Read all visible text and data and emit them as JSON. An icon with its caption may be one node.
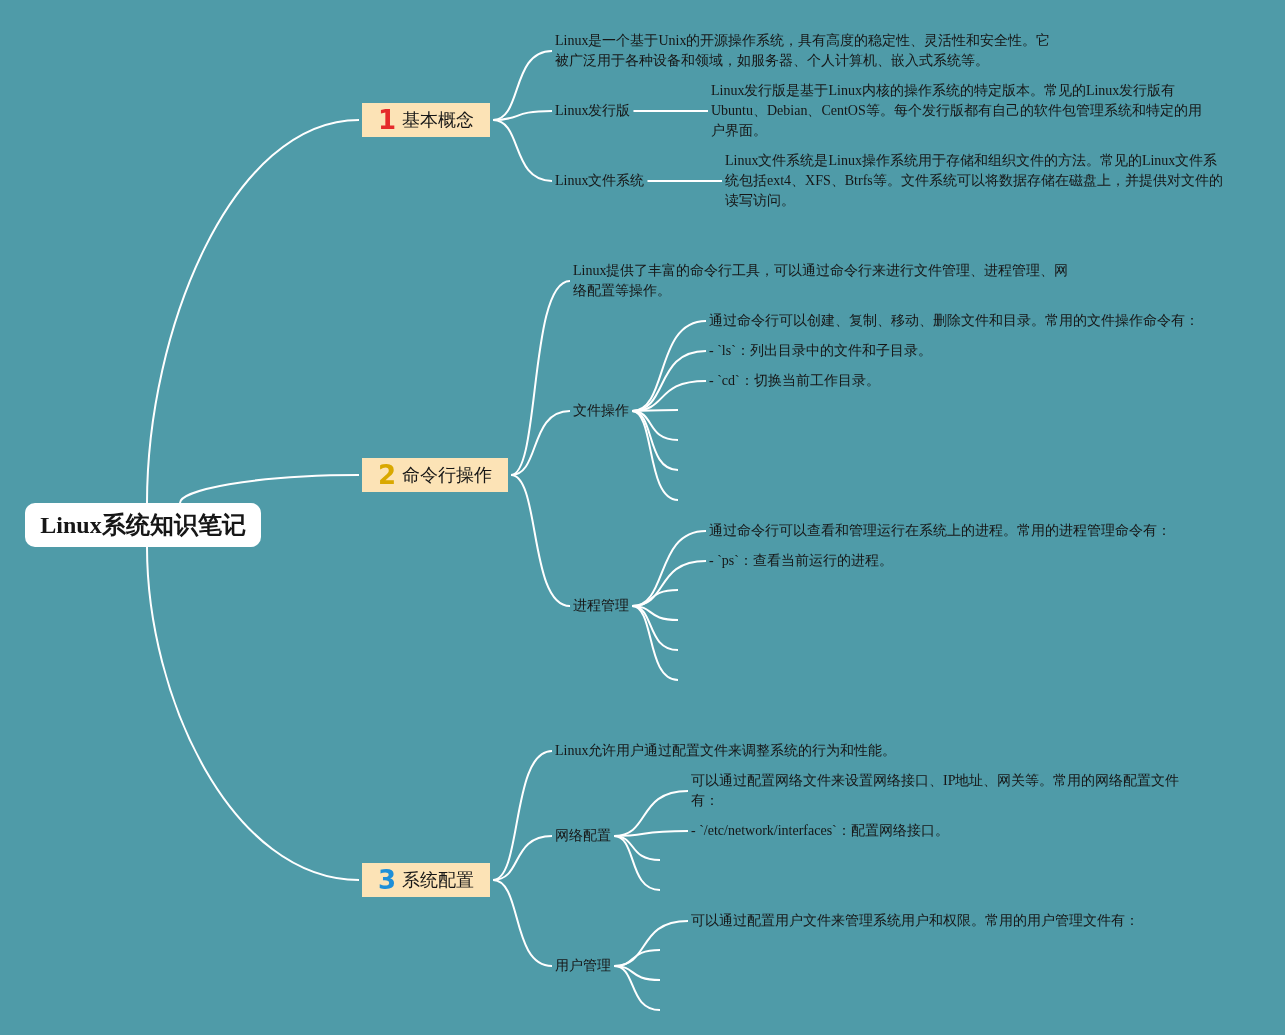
{
  "diagram": {
    "nodes": [
      {
        "text": [
          "Linux系统知识笔记"
        ]
      },
      {
        "text": [
          "1",
          "基本概念"
        ]
      },
      {
        "text": [
          "Linux是一个基于Unix的开源操作系统，具有高度的稳定性、灵活性和安全性。它被广泛用于各种设备和领域，如服务器、个人计算机、嵌入式系统等。"
        ]
      },
      {
        "text": [
          "Linux发行版"
        ]
      },
      {
        "text": [
          "Linux发行版是基于Linux内核的操作系统的特定版本。常见的Linux发行版有Ubuntu、Debian、CentOS等。每个发行版都有自己的软件包管理系统和特定的用户界面。"
        ]
      },
      {
        "text": [
          "Linux文件系统"
        ]
      },
      {
        "text": [
          "Linux文件系统是Linux操作系统用于存储和组织文件的方法。常见的Linux文件系统包括ext4、XFS、Btrfs等。文件系统可以将数据存储在磁盘上，并提供对文件的读写访问。"
        ]
      },
      {
        "text": [
          "2",
          "命令行操作"
        ]
      },
      {
        "text": [
          "Linux提供了丰富的命令行工具，可以通过命令行来进行文件管理、进程管理、网络配置等操作。"
        ]
      },
      {
        "text": [
          "文件操作"
        ]
      },
      {
        "text": [
          "通过命令行可以创建、复制、移动、删除文件和目录。常用的文件操作命令有："
        ]
      },
      {
        "text": [
          "- `ls`：列出目录中的文件和子目录。"
        ]
      },
      {
        "text": [
          "- `cd`：切换当前工作目录。"
        ]
      },
      {
        "text": [
          "进程管理"
        ]
      },
      {
        "text": [
          "通过命令行可以查看和管理运行在系统上的进程。常用的进程管理命令有："
        ]
      },
      {
        "text": [
          "- `ps`：查看当前运行的进程。"
        ]
      },
      {
        "text": [
          "3",
          "系统配置"
        ]
      },
      {
        "text": [
          "Linux允许用户通过配置文件来调整系统的行为和性能。"
        ]
      },
      {
        "text": [
          "网络配置"
        ]
      },
      {
        "text": [
          "可以通过配置网络文件来设置网络接口、IP地址、网关等。常用的网络配置文件有："
        ]
      },
      {
        "text": [
          "- `/etc/network/interfaces`：配置网络接口。"
        ]
      },
      {
        "text": [
          "用户管理"
        ]
      },
      {
        "text": [
          "可以通过配置用户文件来管理系统用户和权限。常用的用户管理文件有："
        ]
      }
    ],
    "edges": [
      {
        "from": 0,
        "to": 1,
        "arrow": "none"
      },
      {
        "from": 0,
        "to": 7,
        "arrow": "none"
      },
      {
        "from": 0,
        "to": 16,
        "arrow": "none"
      },
      {
        "from": 1,
        "to": 2,
        "arrow": "none"
      },
      {
        "from": 1,
        "to": 3,
        "arrow": "none"
      },
      {
        "from": 1,
        "to": 5,
        "arrow": "none"
      },
      {
        "from": 3,
        "to": 4,
        "arrow": "none"
      },
      {
        "from": 5,
        "to": 6,
        "arrow": "none"
      },
      {
        "from": 7,
        "to": 8,
        "arrow": "none"
      },
      {
        "from": 7,
        "to": 9,
        "arrow": "none"
      },
      {
        "from": 7,
        "to": 13,
        "arrow": "none"
      },
      {
        "from": 9,
        "to": 10,
        "arrow": "none"
      },
      {
        "from": 9,
        "to": 11,
        "arrow": "none"
      },
      {
        "from": 9,
        "to": 12,
        "arrow": "none"
      },
      {
        "from": 9,
        "to": null,
        "arrow": "none"
      },
      {
        "from": 9,
        "to": null,
        "arrow": "none"
      },
      {
        "from": 9,
        "to": null,
        "arrow": "none"
      },
      {
        "from": 9,
        "to": null,
        "arrow": "none"
      },
      {
        "from": 13,
        "to": 14,
        "arrow": "none"
      },
      {
        "from": 13,
        "to": 15,
        "arrow": "none"
      },
      {
        "from": 13,
        "to": null,
        "arrow": "none"
      },
      {
        "from": 13,
        "to": null,
        "arrow": "none"
      },
      {
        "from": 13,
        "to": null,
        "arrow": "none"
      },
      {
        "from": 13,
        "to": null,
        "arrow": "none"
      },
      {
        "from": 16,
        "to": 17,
        "arrow": "none"
      },
      {
        "from": 16,
        "to": 18,
        "arrow": "none"
      },
      {
        "from": 16,
        "to": 21,
        "arrow": "none"
      },
      {
        "from": 18,
        "to": 19,
        "arrow": "none"
      },
      {
        "from": 18,
        "to": 20,
        "arrow": "none"
      },
      {
        "from": 18,
        "to": null,
        "arrow": "none"
      },
      {
        "from": 18,
        "to": null,
        "arrow": "none"
      },
      {
        "from": 21,
        "to": 22,
        "arrow": "none"
      },
      {
        "from": 21,
        "to": null,
        "arrow": "none"
      },
      {
        "from": 21,
        "to": null,
        "arrow": "none"
      },
      {
        "from": 21,
        "to": null,
        "arrow": "none"
      }
    ]
  }
}
